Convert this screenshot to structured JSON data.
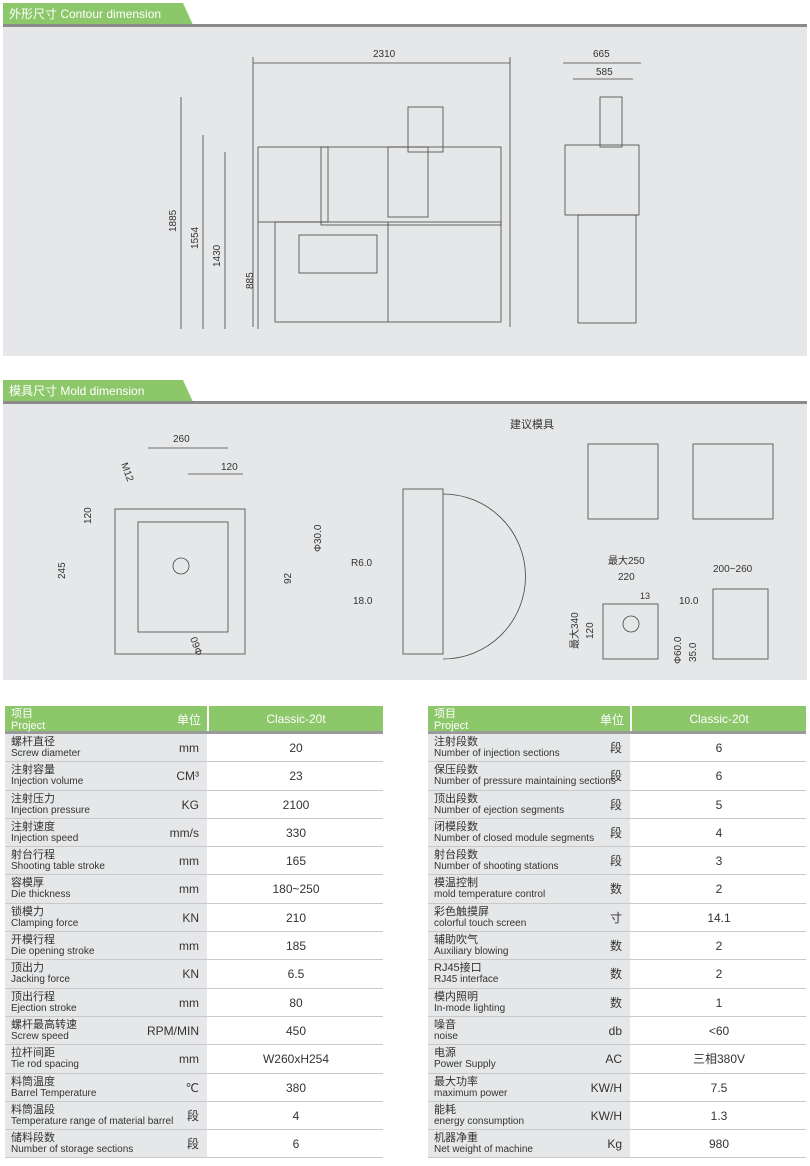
{
  "sections": {
    "contour": "外形尺寸 Contour dimension",
    "mold": "模具尺寸 Mold dimension"
  },
  "contour": {
    "width_total": "2310",
    "side_total": "665",
    "side_inner": "585",
    "h1": "1885",
    "h2": "1554",
    "h3": "1430",
    "h4": "885"
  },
  "mold": {
    "w260": "260",
    "w120": "120",
    "h120": "120",
    "h245": "245",
    "m12": "M12",
    "d60": "Φ60",
    "h92": "92",
    "d30": "Φ30.0",
    "r6": "R6.0",
    "l18": "18.0",
    "suggested": "建议模具",
    "max250": "最大250",
    "w220": "220",
    "max340": "最大340",
    "h120b": "120",
    "d13": "13",
    "d60b": "Φ60.0",
    "w200_260": "200~260",
    "t10": "10.0",
    "t35": "35.0"
  },
  "table_left": {
    "header": {
      "cn": "项目",
      "en": "Project",
      "unit": "单位",
      "model": "Classic-20t"
    },
    "rows": [
      {
        "cn": "螺杆直径",
        "en": "Screw diameter",
        "unit": "mm",
        "value": "20"
      },
      {
        "cn": "注射容量",
        "en": "Injection volume",
        "unit": "CM³",
        "value": "23"
      },
      {
        "cn": "注射压力",
        "en": "Injection pressure",
        "unit": "KG",
        "value": "2100"
      },
      {
        "cn": "注射速度",
        "en": "Injection speed",
        "unit": "mm/s",
        "value": "330"
      },
      {
        "cn": "射台行程",
        "en": "Shooting table stroke",
        "unit": "mm",
        "value": "165"
      },
      {
        "cn": "容模厚",
        "en": "Die thickness",
        "unit": "mm",
        "value": "180~250"
      },
      {
        "cn": "锁模力",
        "en": "Clamping force",
        "unit": "KN",
        "value": "210"
      },
      {
        "cn": "开模行程",
        "en": "Die opening stroke",
        "unit": "mm",
        "value": "185"
      },
      {
        "cn": "顶出力",
        "en": "Jacking force",
        "unit": "KN",
        "value": "6.5"
      },
      {
        "cn": "顶出行程",
        "en": "Ejection stroke",
        "unit": "mm",
        "value": "80"
      },
      {
        "cn": "螺杆最高转速",
        "en": "Screw speed",
        "unit": "RPM/MIN",
        "value": "450"
      },
      {
        "cn": "拉杆间距",
        "en": "Tie rod spacing",
        "unit": "mm",
        "value": "W260xH254"
      },
      {
        "cn": "料筒温度",
        "en": "Barrel Temperature",
        "unit": "℃",
        "value": "380"
      },
      {
        "cn": "料筒温段",
        "en": "Temperature range of material barrel",
        "unit": "段",
        "value": "4"
      },
      {
        "cn": "储料段数",
        "en": "Number of storage sections",
        "unit": "段",
        "value": "6"
      }
    ]
  },
  "table_right": {
    "header": {
      "cn": "项目",
      "en": "Project",
      "unit": "单位",
      "model": "Classic-20t"
    },
    "rows": [
      {
        "cn": "注射段数",
        "en": "Number of injection sections",
        "unit": "段",
        "value": "6"
      },
      {
        "cn": "保压段数",
        "en": "Number of pressure maintaining sections",
        "unit": "段",
        "value": "6"
      },
      {
        "cn": "顶出段数",
        "en": "Number of ejection segments",
        "unit": "段",
        "value": "5"
      },
      {
        "cn": "闭模段数",
        "en": "Number of closed module segments",
        "unit": "段",
        "value": "4"
      },
      {
        "cn": "射台段数",
        "en": "Number of shooting stations",
        "unit": "段",
        "value": "3"
      },
      {
        "cn": "模温控制",
        "en": "mold temperature control",
        "unit": "数",
        "value": "2"
      },
      {
        "cn": "彩色触摸屏",
        "en": "colorful touch screen",
        "unit": "寸",
        "value": "14.1"
      },
      {
        "cn": "辅助吹气",
        "en": "Auxiliary blowing",
        "unit": "数",
        "value": "2"
      },
      {
        "cn": "RJ45接口",
        "en": "RJ45 interface",
        "unit": "数",
        "value": "2"
      },
      {
        "cn": "模内照明",
        "en": "In-mode lighting",
        "unit": "数",
        "value": "1"
      },
      {
        "cn": "噪音",
        "en": "noise",
        "unit": "db",
        "value": "<60"
      },
      {
        "cn": "电源",
        "en": "Power Supply",
        "unit": "AC",
        "value": "三相380V"
      },
      {
        "cn": "最大功率",
        "en": "maximum power",
        "unit": "KW/H",
        "value": "7.5"
      },
      {
        "cn": "能耗",
        "en": "energy consumption",
        "unit": "KW/H",
        "value": "1.3"
      },
      {
        "cn": "机器净重",
        "en": "Net weight of machine",
        "unit": "Kg",
        "value": "980"
      }
    ]
  }
}
